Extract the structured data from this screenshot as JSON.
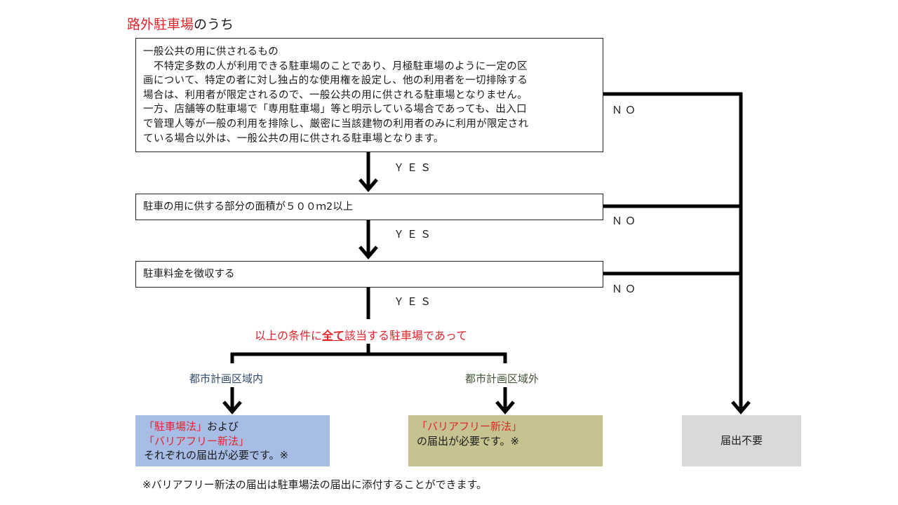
{
  "title": {
    "red": "路外駐車場",
    "rest": "のうち"
  },
  "box1": {
    "heading": "一般公共の用に供されるもの",
    "lines": [
      "　不特定多数の人が利用できる駐車場のことであり、月極駐車場のように一定の区",
      "画について、特定の者に対し独占的な使用権を設定し、他の利用者を一切排除する",
      "場合は、利用者が限定されるので、一般公共の用に供される駐車場となりません。",
      "一方、店舗等の駐車場で「専用駐車場」等と明示している場合であっても、出入口",
      "で管理人等が一般の利用を排除し、厳密に当該建物の利用者のみに利用が限定され",
      "ている場合以外は、一般公共の用に供される駐車場となります。"
    ]
  },
  "box2": {
    "text": "駐車の用に供する部分の面積が５００ｍ2以上"
  },
  "box3": {
    "text": "駐車料金を徴収する"
  },
  "labels": {
    "yes": "ＹＥＳ",
    "no": "ＮＯ"
  },
  "condition": {
    "before": "以上の条件に",
    "emph": "全て",
    "after": "該当する駐車場であって"
  },
  "branches": {
    "inside": "都市計画区域内",
    "outside": "都市計画区域外"
  },
  "results": {
    "inside": {
      "line1_red": "「駐車場法」",
      "line1_rest": "および",
      "line2_red": "「バリアフリー新法」",
      "line3": "それぞれの届出が必要です。※"
    },
    "outside": {
      "line1_red": "「バリアフリー新法」",
      "line2": "の届出が必要です。※"
    },
    "none": {
      "text": "届出不要"
    }
  },
  "footnote": "※バリアフリー新法の届出は駐車場法の届出に添付することができます。",
  "colors": {
    "title_accent": "#e0262b",
    "inside_result_bg": "#a7bde6",
    "outside_result_bg": "#c6c390",
    "none_result_bg": "#d9d9d9",
    "connector": "#000000"
  }
}
